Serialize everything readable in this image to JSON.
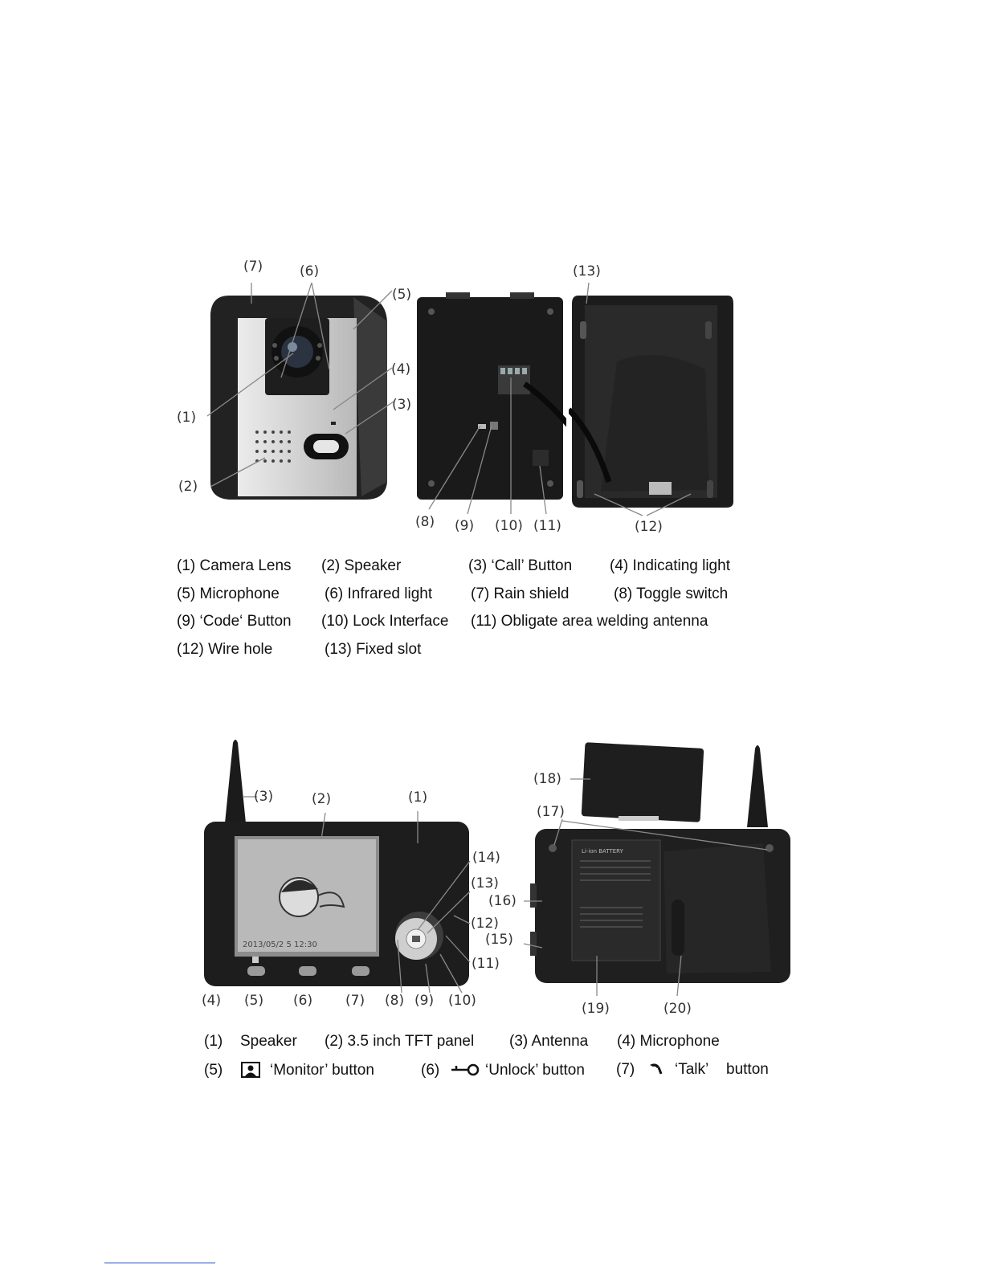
{
  "doorbell": {
    "callouts": {
      "c1": "(1)",
      "c2": "(2)",
      "c3": "(3)",
      "c4": "(4)",
      "c5": "(5)",
      "c6": "(6)",
      "c7": "(7)",
      "c8": "(8)",
      "c9": "(9)",
      "c10": "(10)",
      "c11": "(11)",
      "c12": "(12)",
      "c13": "(13)"
    },
    "legend": [
      "(1) Camera Lens",
      "(2) Speaker",
      "(3) ‘Call’ Button",
      "(4) Indicating light",
      "(5) Microphone",
      "(6) Infrared light",
      "(7) Rain shield",
      "(8) Toggle switch",
      "(9) ‘Code‘ Button",
      "(10) Lock Interface",
      "(11) Obligate area welding antenna",
      "(12) Wire hole",
      "(13) Fixed slot"
    ]
  },
  "monitor": {
    "callouts": {
      "c1": "(1)",
      "c2": "(2)",
      "c3": "(3)",
      "c4": "(4)",
      "c5": "(5)",
      "c6": "(6)",
      "c7": "(7)",
      "c8": "(8)",
      "c9": "(9)",
      "c10": "(10)",
      "c11": "(11)",
      "c12": "(12)",
      "c13": "(13)",
      "c14": "(14)",
      "c15": "(15)",
      "c16": "(16)",
      "c17": "(17)",
      "c18": "(18)",
      "c19": "(19)",
      "c20": "(20)"
    },
    "screen_date": "2013/05/2 5  12:30",
    "battery_label": "Li-ion BATTERY",
    "legend": {
      "l1": "(1)",
      "l1_text": "Speaker",
      "l2": "(2) 3.5 inch TFT panel",
      "l3": "(3) Antenna",
      "l4": "(4) Microphone",
      "l5": "(5)",
      "l5_text": "‘Monitor’ button",
      "l6": "(6)",
      "l6_text": "‘Unlock’ button",
      "l7": "(7)",
      "l7_text": "‘Talk’",
      "l7_tail": "button"
    }
  }
}
